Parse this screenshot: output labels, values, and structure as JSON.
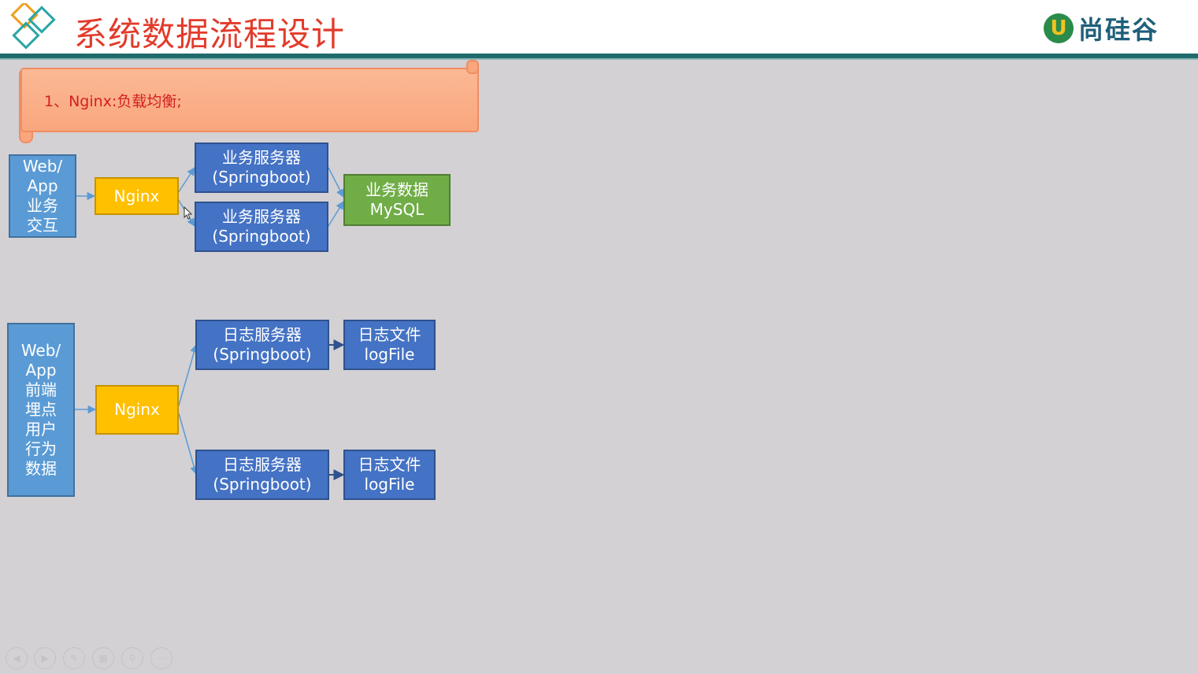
{
  "header": {
    "title": "系统数据流程设计",
    "brand_mark": "U",
    "brand_name": "尚硅谷"
  },
  "note": {
    "text": "1、Nginx:负载均衡;"
  },
  "diagram": {
    "top": {
      "client": "Web/\nApp\n业务\n交互",
      "nginx": "Nginx",
      "server1": "业务服务器\n(Springboot)",
      "server2": "业务服务器\n(Springboot)",
      "db": "业务数据\nMySQL"
    },
    "bottom": {
      "client": "Web/\nApp\n前端\n埋点\n用户\n行为\n数据",
      "nginx": "Nginx",
      "server1": "日志服务器\n(Springboot)",
      "server2": "日志服务器\n(Springboot)",
      "log1": "日志文件\nlogFile",
      "log2": "日志文件\nlogFile"
    }
  },
  "colors": {
    "title": "#e23b2b",
    "client": "#5b9bd5",
    "server": "#4472c4",
    "nginx": "#ffc000",
    "db": "#70ad47",
    "note_bg": "#f9a67d"
  },
  "nav_icons": [
    "prev-icon",
    "next-icon",
    "pen-icon",
    "slides-icon",
    "zoom-icon",
    "more-icon"
  ]
}
